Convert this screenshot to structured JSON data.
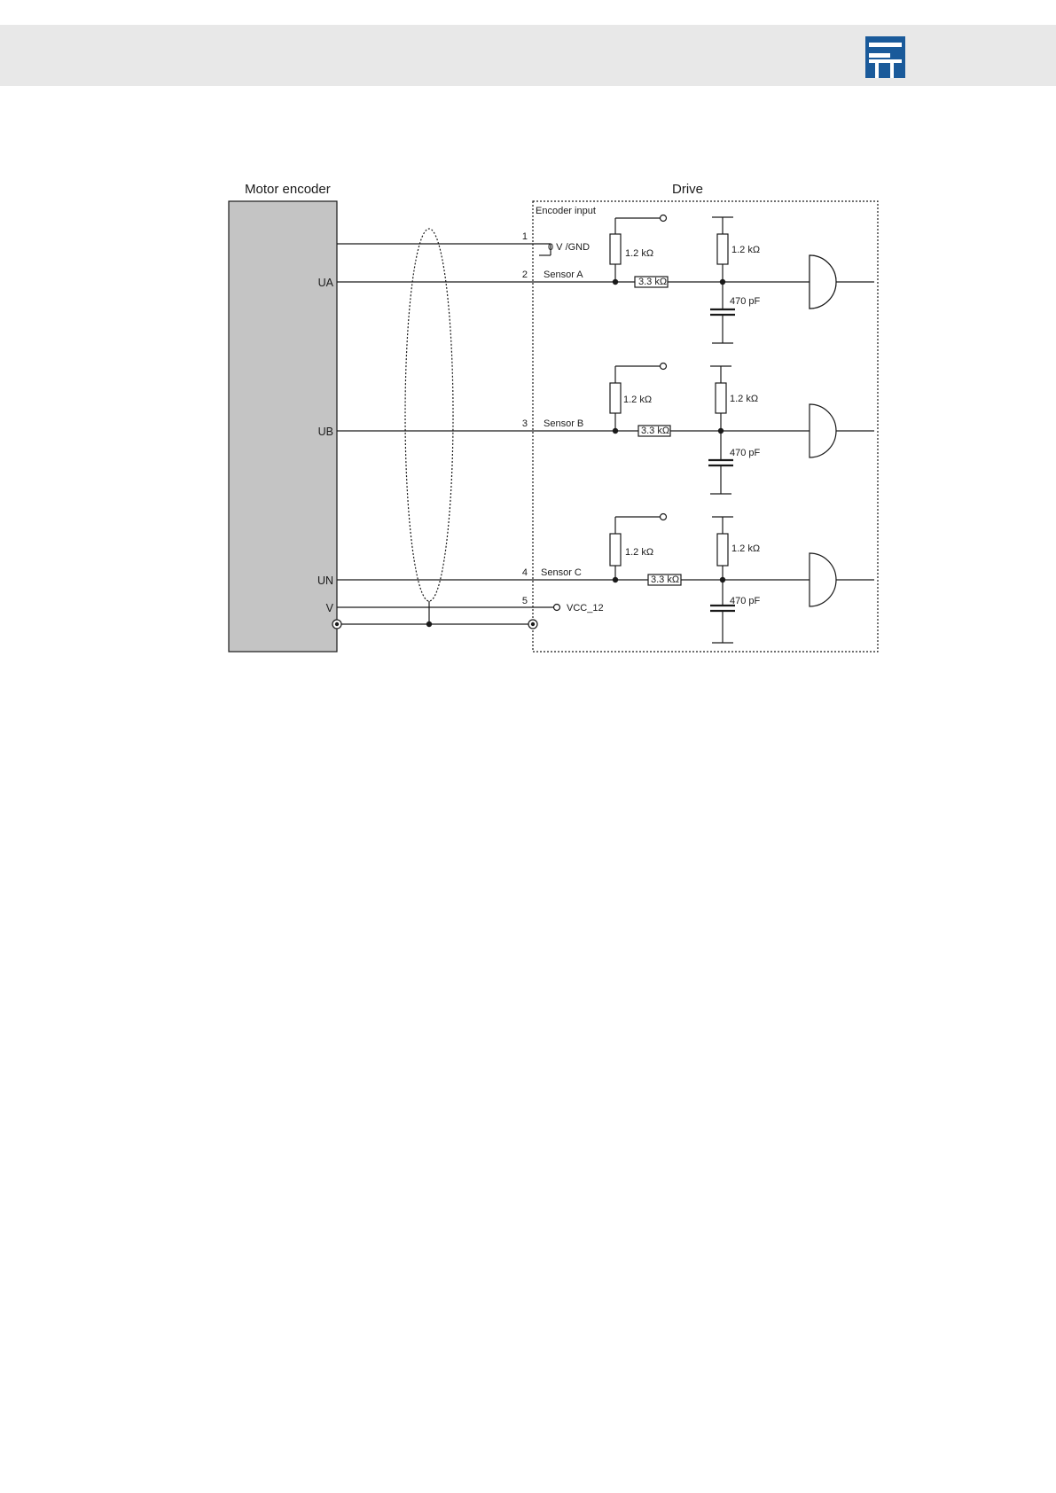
{
  "header": {
    "logo_icon": "company-logo",
    "logo_color": "#1a5a9a"
  },
  "diagram": {
    "titles": {
      "motor_encoder": "Motor encoder",
      "drive": "Drive",
      "encoder_input": "Encoder input"
    },
    "encoder_pins": {
      "ua": "UA",
      "ub": "UB",
      "un": "UN",
      "v": "V"
    },
    "terminals": {
      "t1": "1",
      "t2": "2",
      "t3": "3",
      "t4": "4",
      "t5": "5"
    },
    "signals": {
      "gnd": "0 V /GND",
      "sensor_a": "Sensor A",
      "sensor_b": "Sensor B",
      "sensor_c": "Sensor C",
      "vcc": "VCC_12"
    },
    "components": {
      "pullup_a": "1.2 kΩ",
      "pullup_b": "1.2 kΩ",
      "pullup_c": "1.2 kΩ",
      "series_a": "3.3 kΩ",
      "series_b": "3.3 kΩ",
      "series_c": "3.3 kΩ",
      "filter_r_a": "1.2 kΩ",
      "filter_r_b": "1.2 kΩ",
      "filter_r_c": "1.2 kΩ",
      "cap_a": "470 pF",
      "cap_b": "470 pF",
      "cap_c": "470 pF"
    },
    "colors": {
      "encoder_fill": "#c4c4c4",
      "line": "#1a1a1a"
    }
  }
}
